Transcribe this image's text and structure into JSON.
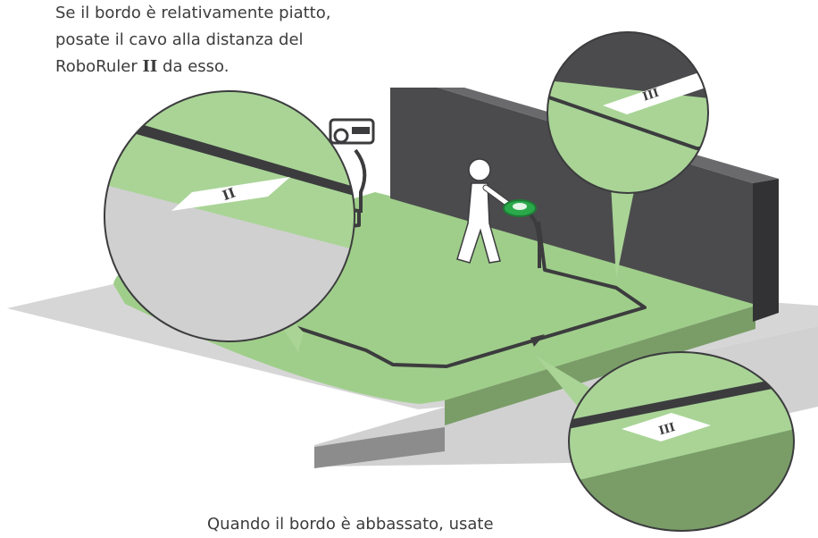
{
  "caption_top": {
    "line1": "Se il bordo è relativamente piatto,",
    "line2": "posate il cavo alla distanza del",
    "line3_prefix": "RoboRuler ",
    "line3_roman": "II",
    "line3_suffix": " da esso."
  },
  "caption_bottom": {
    "line1": "Quando il bordo è abbassato, usate"
  },
  "ruler_labels": {
    "left_bubble": "II",
    "top_right_bubble": "III",
    "bottom_right_bubble": "III"
  },
  "colors": {
    "lawn": "#9fce8a",
    "lawn_dark": "#7a9d68",
    "pavement": "#d6d6d6",
    "wall": "#4b4b4d",
    "wire": "#3c3c3e",
    "accent_green": "#2aa94a"
  }
}
